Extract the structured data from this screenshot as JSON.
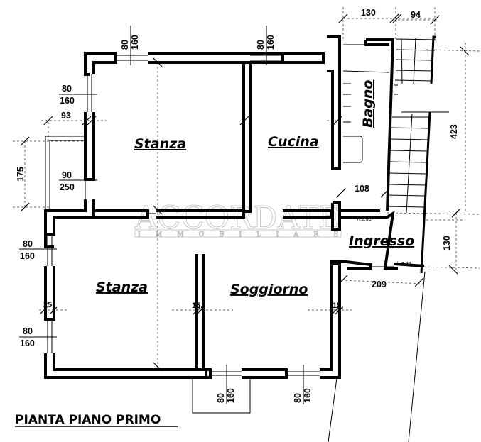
{
  "title": "PIANTA PIANO PRIMO",
  "watermark": {
    "brand": "ACCORDATE",
    "subtitle": "I M M O B I L I A R E"
  },
  "rooms": {
    "stanza_top": "Stanza",
    "cucina": "Cucina",
    "bagno": "Bagno",
    "ingresso": "Ingresso",
    "stanza_bottom": "Stanza",
    "soggiorno": "Soggiorno"
  },
  "heights": {
    "h1": "h.2,33",
    "h2": "h.2,22"
  },
  "dimensions": {
    "top_130": "130",
    "top_94": "94",
    "right_423": "423",
    "right_130": "130",
    "left_175": "175",
    "left_93": "93",
    "bagno_108": "108",
    "ingresso_209": "209",
    "wall_25": "25",
    "wall_15_a": "15,",
    "wall_15_b": "15,"
  },
  "windows": [
    {
      "id": "stanza-top-north",
      "width": "80",
      "height": "160"
    },
    {
      "id": "cucina-north",
      "width": "80",
      "height": "160"
    },
    {
      "id": "stanza-top-west",
      "width": "80",
      "height": "160"
    },
    {
      "id": "balcony-door",
      "width": "90",
      "height": "250"
    },
    {
      "id": "stanza-bottom-west-1",
      "width": "80",
      "height": "160"
    },
    {
      "id": "stanza-bottom-west-2",
      "width": "80",
      "height": "160"
    },
    {
      "id": "soggiorno-south-1",
      "width": "80",
      "height": "160"
    },
    {
      "id": "soggiorno-south-2",
      "width": "80",
      "height": "160"
    }
  ]
}
